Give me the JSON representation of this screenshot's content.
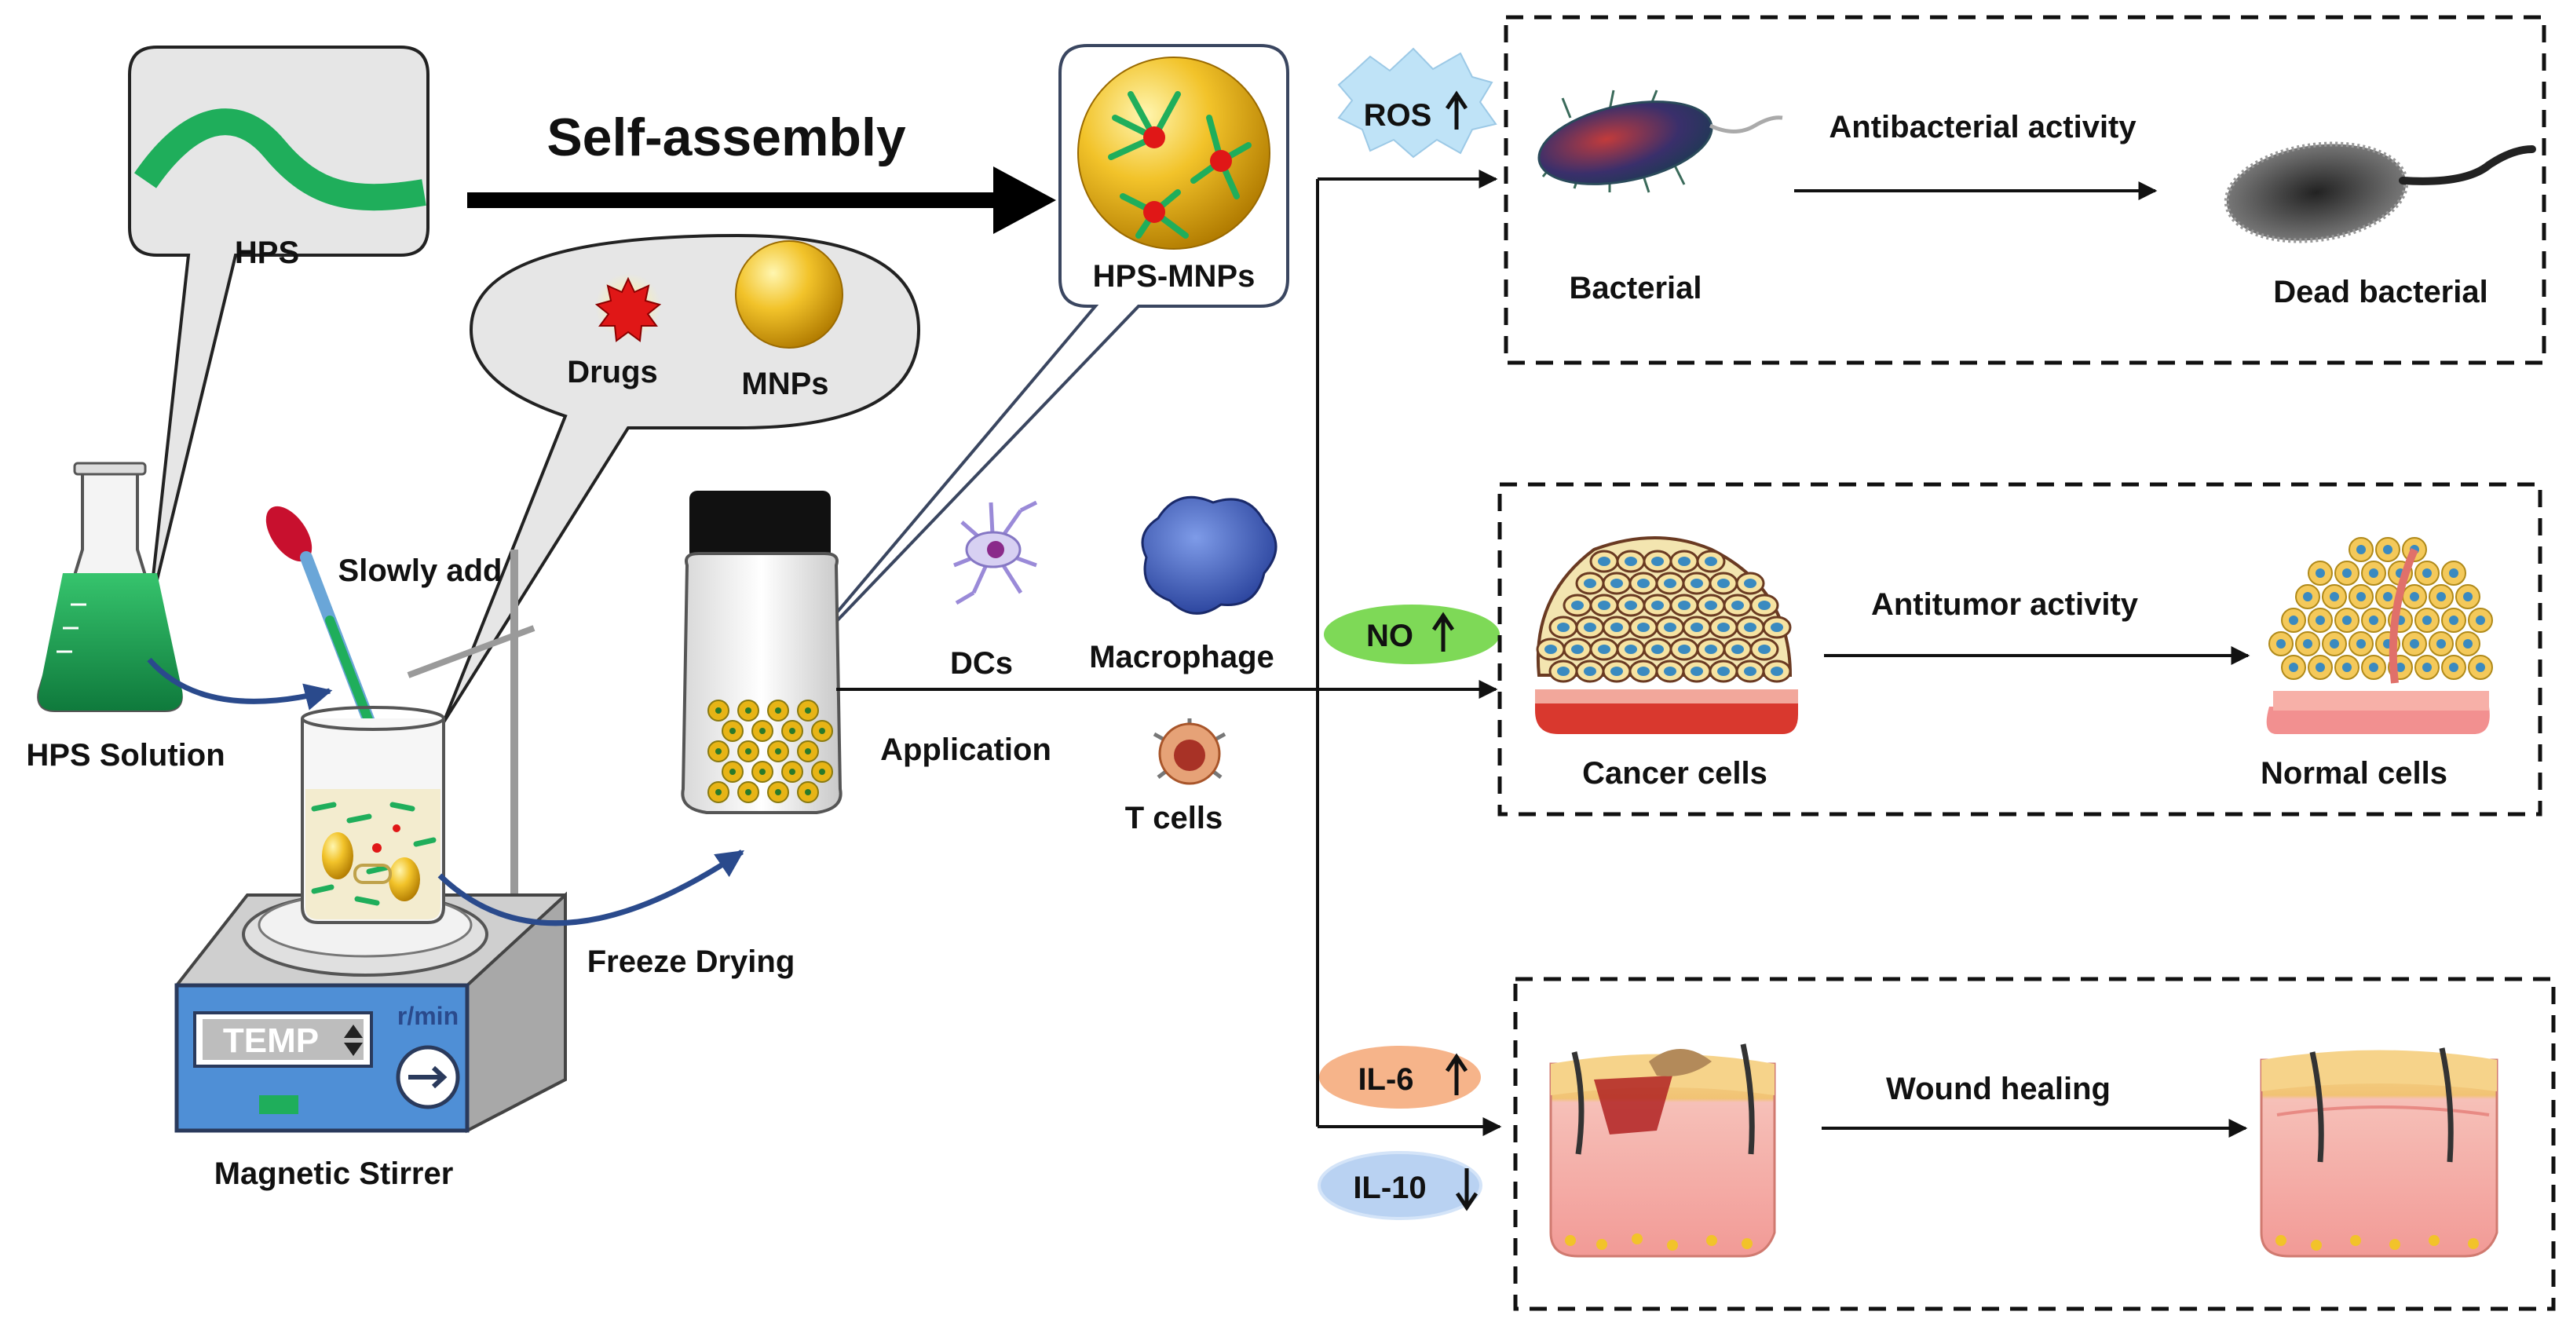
{
  "labels": {
    "hps": "HPS",
    "self_assembly": "Self-assembly",
    "hps_mnps": "HPS-MNPs",
    "drugs": "Drugs",
    "mnps": "MNPs",
    "slowly_add": "Slowly add",
    "hps_solution": "HPS Solution",
    "temp": "TEMP",
    "r_min": "r/min",
    "magnetic_stirrer": "Magnetic Stirrer",
    "freeze_drying": "Freeze Drying",
    "application": "Application",
    "dcs": "DCs",
    "macrophage": "Macrophage",
    "t_cells": "T cells",
    "ros": "ROS",
    "no": "NO",
    "il6": "IL-6",
    "il10": "IL-10",
    "bacterial": "Bacterial",
    "antibacterial_activity": "Antibacterial activity",
    "dead_bacterial": "Dead bacterial",
    "cancer_cells": "Cancer cells",
    "antitumor_activity": "Antitumor activity",
    "normal_cells": "Normal cells",
    "wound_healing": "Wound healing"
  },
  "indicators": {
    "ros": "up",
    "no": "up",
    "il6": "up",
    "il10": "down"
  },
  "colors": {
    "hps_green": "#1fae5b",
    "nanoparticle_gold": "#e7b416",
    "drug_red": "#e01717",
    "flow_arrow_blue": "#2a4a8c",
    "stirrer_blue": "#4f8fd6",
    "ros_badge": "#bfe3f7",
    "no_badge": "#7ed957",
    "il6_badge": "#f6b48a",
    "il10_badge": "#b9d2f2"
  }
}
